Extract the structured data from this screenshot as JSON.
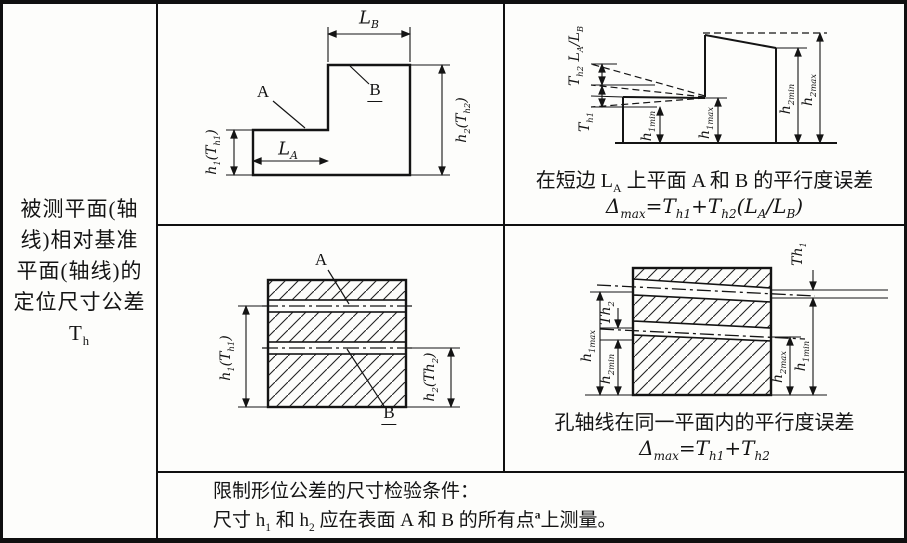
{
  "colors": {
    "ink": "#141414",
    "paper": "#fdfdfb"
  },
  "left_header": {
    "text": "被测平面(轴线)相对基准平面(轴线)的定位尺寸公差 T_{h}"
  },
  "step_drawing": {
    "labels": {
      "lb": "L_{B}",
      "la": "L_{A}",
      "a": "A",
      "b": "B",
      "h1": "h_{1}(T_{h1})",
      "h2": "h_{2}(T_{h2})"
    }
  },
  "step_tolerance": {
    "labels": {
      "th2_ratio": "T_{h2} L_{A}/L_{B}",
      "th1": "T_{h1}",
      "h1min": "h_{1min}",
      "h1max": "h_{1max}",
      "h2min": "h_{2min}",
      "h2max": "h_{2max}"
    },
    "caption": "在短边 L_{A} 上平面 A 和 B 的平行度误差",
    "formula": "Δ_{max}=T_{h1}+T_{h2}(L_{A}/L_{B})"
  },
  "holes_drawing": {
    "labels": {
      "a": "A",
      "b": "B",
      "h1": "h_{1}(T_{h1})",
      "h2": "h_{2}(Th_{2})"
    }
  },
  "holes_tolerance": {
    "labels": {
      "th1": "Th_{1}",
      "th2": "Th_{2}",
      "h1max": "h_{1max}",
      "h2min": "h_{2min}",
      "h2max": "h_{2max}",
      "h1min": "h_{1min}"
    },
    "caption": "孔轴线在同一平面内的平行度误差",
    "formula": "Δ_{max}=T_{h1}+T_{h2}"
  },
  "notes": {
    "line1": "限制形位公差的尺寸检验条件：",
    "line2": "尺寸 h_{1} 和 h_{2} 应在表面 A 和 B 的所有点^{a}上测量。"
  }
}
